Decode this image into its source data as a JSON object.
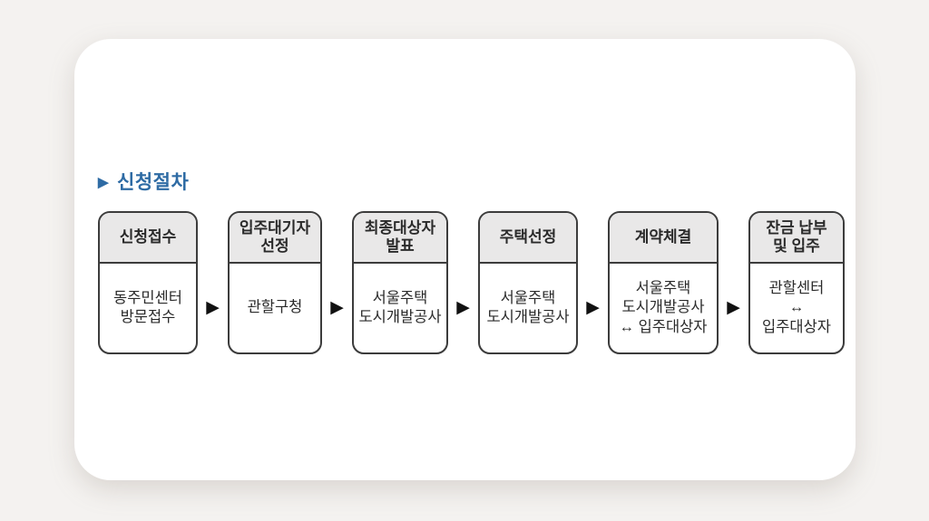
{
  "page": {
    "background_color": "#f4f2f0",
    "card_color": "#ffffff"
  },
  "section": {
    "bullet_glyph": "▶",
    "title": "신청절차",
    "title_color": "#2e6ba4"
  },
  "flow": {
    "arrow_glyph": "▶",
    "box_border_color": "#3c3c3c",
    "header_bg_color": "#e9e8e8",
    "text_color": "#2a2a2a",
    "arrow_color": "#111111",
    "steps": [
      {
        "header": "신청접수",
        "body": "동주민센터\n방문접수"
      },
      {
        "header": "입주대기자\n선정",
        "body": "관할구청"
      },
      {
        "header": "최종대상자\n발표",
        "body": "서울주택\n도시개발공사"
      },
      {
        "header": "주택선정",
        "body": "서울주택\n도시개발공사"
      },
      {
        "header": "계약체결",
        "body": "서울주택\n도시개발공사\n↔ 입주대상자"
      },
      {
        "header": "잔금 납부\n및 입주",
        "body": "관할센터\n↔\n입주대상자"
      }
    ]
  }
}
